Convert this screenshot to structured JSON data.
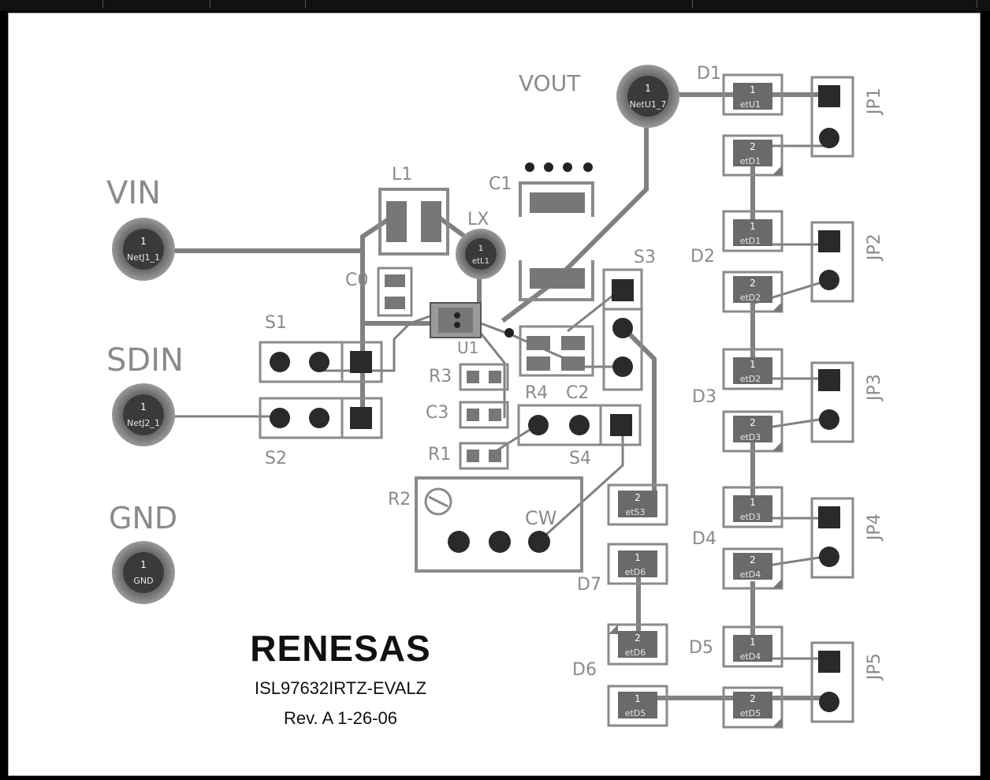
{
  "logo": {
    "text": "RENESAS"
  },
  "board": {
    "part_number": "ISL97632IRTZ-EVALZ",
    "revision": "Rev. A 1-26-06"
  },
  "labels": {
    "vin": "VIN",
    "sdin": "SDIN",
    "gnd": "GND",
    "vout": "VOUT",
    "lx": "LX",
    "l1": "L1",
    "c1": "C1",
    "c0": "C0",
    "u1": "U1",
    "r1": "R1",
    "r2": "R2",
    "r3": "R3",
    "r4": "R4",
    "c2": "C2",
    "c3": "C3",
    "cw": "CW",
    "s1": "S1",
    "s2": "S2",
    "s3": "S3",
    "s4": "S4",
    "d1": "D1",
    "d2": "D2",
    "d3": "D3",
    "d4": "D4",
    "d5": "D5",
    "d6": "D6",
    "d7": "D7",
    "jp1": "JP1",
    "jp2": "JP2",
    "jp3": "JP3",
    "jp4": "JP4",
    "jp5": "JP5"
  },
  "testpoints": {
    "vin": {
      "pin": "1",
      "net": "NetJ1_1"
    },
    "sdin": {
      "pin": "1",
      "net": "NetJ2_1"
    },
    "gnd": {
      "pin": "1",
      "net": "GND"
    },
    "vout": {
      "pin": "1",
      "net": "NetU1_7"
    },
    "lx": {
      "pin": "1",
      "net": "etL1"
    }
  },
  "pads": {
    "d1_1": {
      "pin": "1",
      "net": "etU1"
    },
    "d1_2": {
      "pin": "2",
      "net": "etD1"
    },
    "d2_1": {
      "pin": "1",
      "net": "etD1"
    },
    "d2_2": {
      "pin": "2",
      "net": "etD2"
    },
    "d3_1": {
      "pin": "1",
      "net": "etD2"
    },
    "d3_2": {
      "pin": "2",
      "net": "etD3"
    },
    "d4_1": {
      "pin": "1",
      "net": "etD3"
    },
    "d4_2": {
      "pin": "2",
      "net": "etD4"
    },
    "d5_1": {
      "pin": "1",
      "net": "etD4"
    },
    "d5_2": {
      "pin": "2",
      "net": "etD5"
    },
    "d7_2": {
      "pin": "2",
      "net": "etS3"
    },
    "d7_1": {
      "pin": "1",
      "net": "etD6"
    },
    "d6_2": {
      "pin": "2",
      "net": "etD6"
    },
    "d6_1": {
      "pin": "1",
      "net": "etD5"
    }
  },
  "colors": {
    "silk": "#8a8a8a",
    "copper": "#666666",
    "pad": "#2a2a2a",
    "board": "#ffffff"
  }
}
